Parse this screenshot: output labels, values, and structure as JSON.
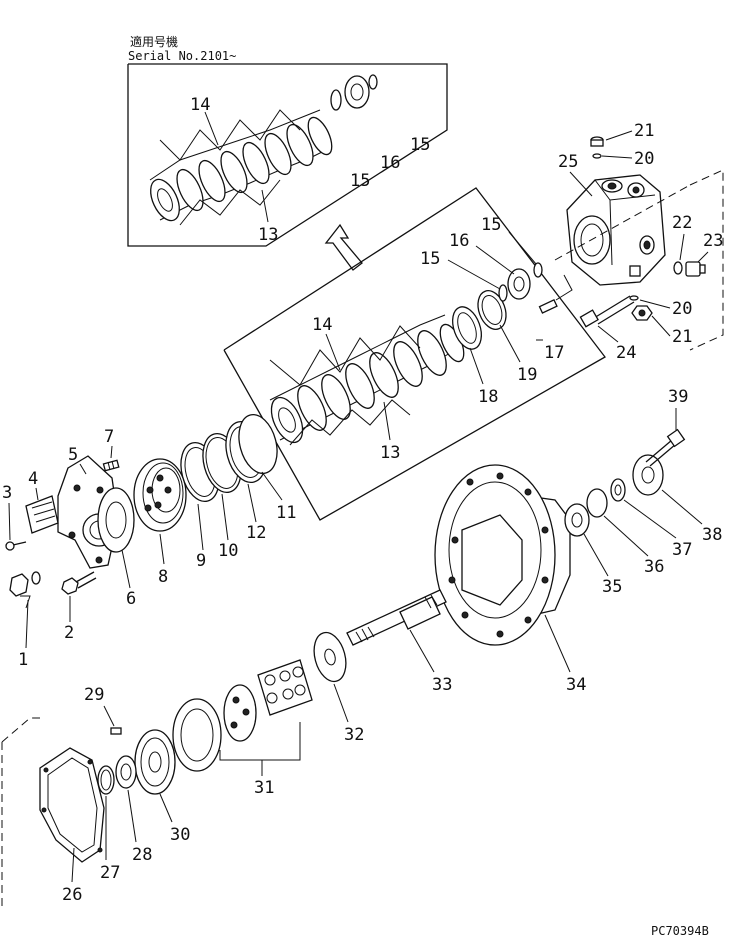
{
  "header": {
    "jp": "適用号機",
    "serial": "Serial No.2101~"
  },
  "drawing_code": "PC70394B",
  "labels": {
    "l1": "1",
    "l2": "2",
    "l3": "3",
    "l4": "4",
    "l5": "5",
    "l6": "6",
    "l7": "7",
    "l8": "8",
    "l9": "9",
    "l10": "10",
    "l11": "11",
    "l12": "12",
    "l13": "13",
    "l13b": "13",
    "l14": "14",
    "l14b": "14",
    "l15a": "15",
    "l15b": "15",
    "l15c": "15",
    "l15d": "15",
    "l16a": "16",
    "l16b": "16",
    "l17": "17",
    "l18": "18",
    "l19": "19",
    "l20a": "20",
    "l20b": "20",
    "l21a": "21",
    "l21b": "21",
    "l22": "22",
    "l23": "23",
    "l24": "24",
    "l25": "25",
    "l26": "26",
    "l27": "27",
    "l28": "28",
    "l29": "29",
    "l30": "30",
    "l31": "31",
    "l32": "32",
    "l33": "33",
    "l34": "34",
    "l35": "35",
    "l36": "36",
    "l37": "37",
    "l38": "38",
    "l39": "39"
  }
}
